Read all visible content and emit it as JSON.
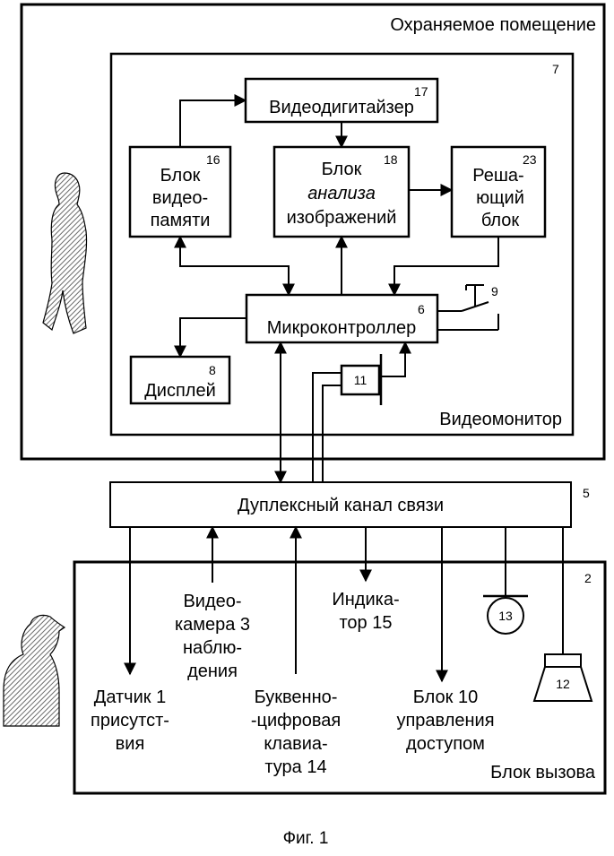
{
  "outer": {
    "label": "Охраняемое помещение",
    "number": "7"
  },
  "monitor": {
    "label": "Видеомонитор"
  },
  "blocks": {
    "videodigitizer": {
      "label": "Видеодигитайзер",
      "number": "17"
    },
    "videomemory": {
      "lines": [
        "Блок",
        "видео-",
        "памяти"
      ],
      "number": "16"
    },
    "analysis": {
      "lines": [
        "Блок",
        "анализа",
        "изображений"
      ],
      "number": "18"
    },
    "decision": {
      "lines": [
        "Реша-",
        "ющий",
        "блок"
      ],
      "number": "23"
    },
    "microcontroller": {
      "label": "Микроконтроллер",
      "number": "6"
    },
    "display": {
      "label": "Дисплей",
      "number": "8"
    },
    "unit11": {
      "number": "11"
    },
    "switch": {
      "number": "9"
    }
  },
  "channel": {
    "label": "Дуплексный канал связи",
    "number": "5"
  },
  "callblock": {
    "label": "Блок вызова",
    "number": "2",
    "camera": [
      "Видео-",
      "камера 3",
      "наблю-",
      "дения"
    ],
    "indicator": [
      "Индика-",
      "тор 15"
    ],
    "sensor": [
      "Датчик 1",
      "присутст-",
      "вия"
    ],
    "keyboard": [
      "Буквенно-",
      "-цифровая",
      "клавиа-",
      "тура 14"
    ],
    "access": [
      "Блок 10",
      "управления",
      "доступом"
    ],
    "mic": "13",
    "speaker": "12"
  },
  "figure_caption": "Фиг. 1"
}
